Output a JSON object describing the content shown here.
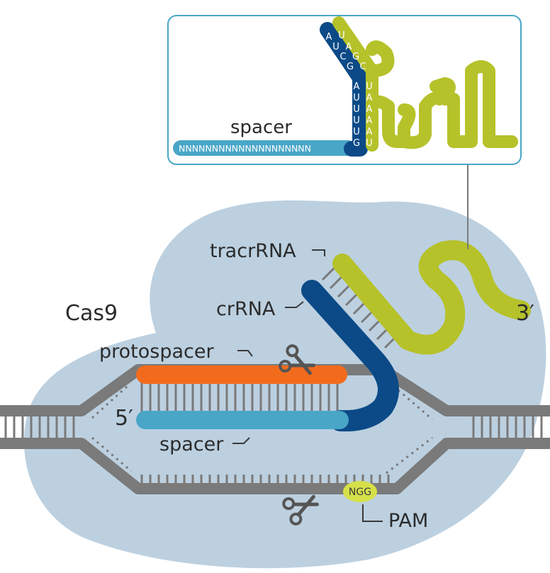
{
  "labels": {
    "cas9": "Cas9",
    "tracrrna": "tracrRNA",
    "crrna": "crRNA",
    "protospacer": "protospacer",
    "spacer_bottom": "spacer",
    "five_prime": "5′",
    "three_prime": "3′",
    "pam": "PAM",
    "ngg": "NGG"
  },
  "inset": {
    "spacer_label": "spacer",
    "spacer_sequence": "NNNNNNNNNNNNNNNNNNNN",
    "crrna_repeat": [
      "G",
      "U",
      "U",
      "U",
      "U",
      "A",
      "G",
      "C",
      "U",
      "A"
    ],
    "tracr_antirepeat": [
      "U",
      "A",
      "A",
      "A",
      "A",
      "U",
      "C",
      "G",
      "A",
      "U"
    ]
  },
  "colors": {
    "cas9_blob": "#bcd0e0",
    "dna": "#7a7a7a",
    "protospacer": "#f26b1d",
    "spacer": "#49a6c7",
    "crrna": "#0b4a87",
    "tracrrna": "#b6c22a",
    "pam": "#d6e04a"
  }
}
